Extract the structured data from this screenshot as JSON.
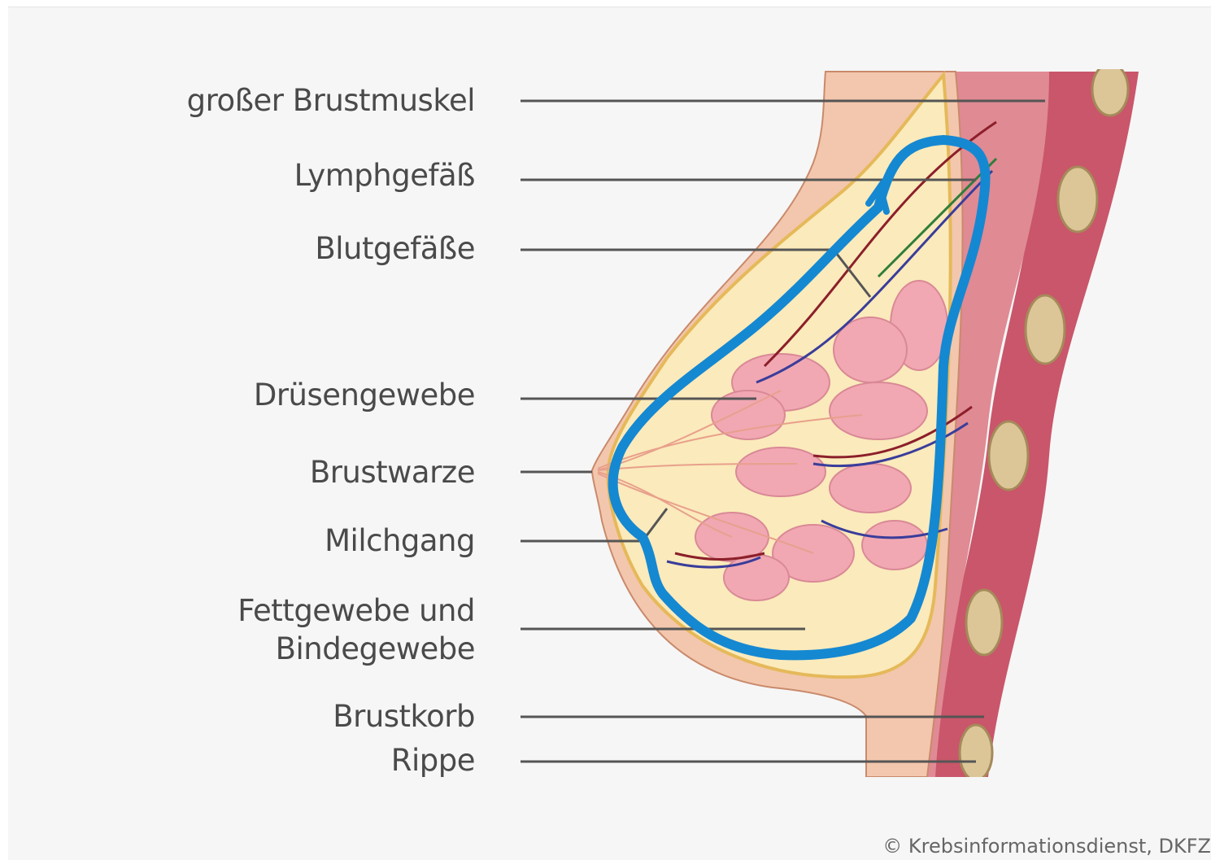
{
  "labels": {
    "pectoral": "großer Brustmuskel",
    "lymph": "Lymphgefäß",
    "blood": "Blutgefäße",
    "gland": "Drüsengewebe",
    "nipple": "Brustwarze",
    "duct": "Milchgang",
    "fat_line1": "Fettgewebe und",
    "fat_line2": "Bindegewebe",
    "chest": "Brustkorb",
    "rib": "Rippe"
  },
  "credit": "© Krebsinformationsdienst, DKFZ",
  "colors": {
    "skin": "#f3c3a8",
    "fat": "#fbe9b5",
    "gland": "#f1a7b1",
    "muscle": "#d2606f",
    "rib": "#ddc79a",
    "annotation": "#1588d2",
    "leader": "#555555"
  }
}
